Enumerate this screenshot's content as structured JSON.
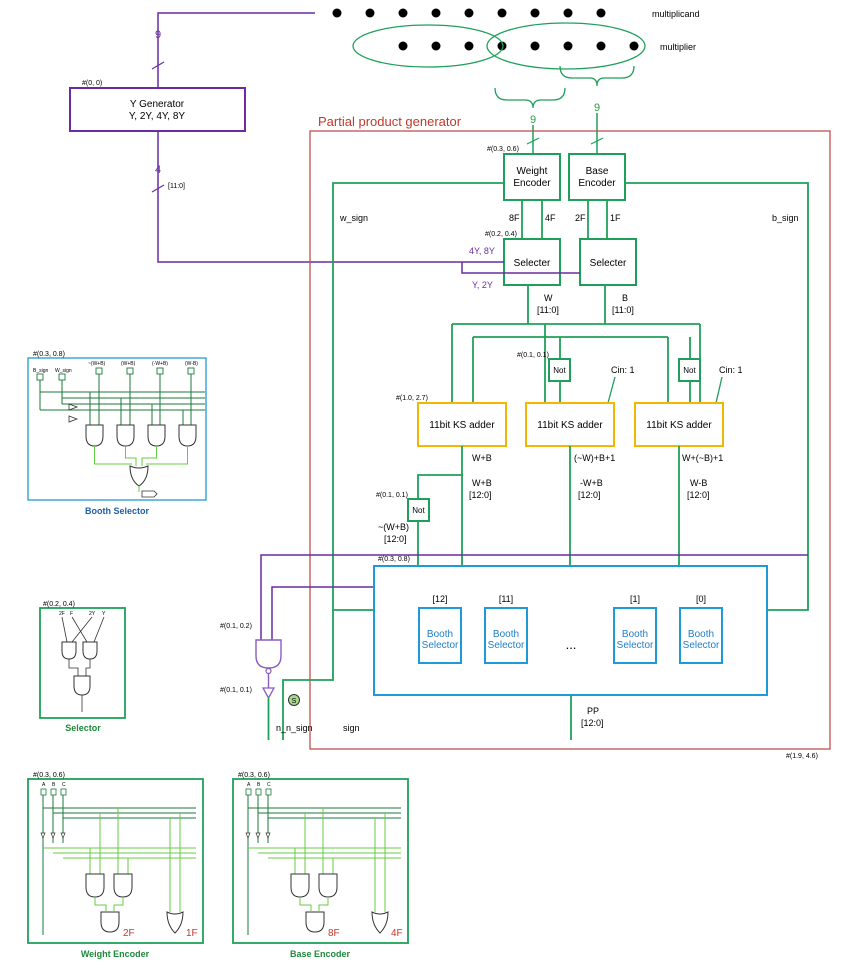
{
  "colors": {
    "green": "#1fa05a",
    "purple": "#6a2ca0",
    "orange": "#f2b705",
    "blue": "#1f9ad6",
    "red": "#c0504d",
    "light_green": "#66cc44"
  },
  "top": {
    "multiplicand": "multiplicand",
    "multiplier": "multiplier",
    "bus_left": "9",
    "bus_mid": "9",
    "bus_right": "9"
  },
  "ygen": {
    "coord": "#(0, 0)",
    "title": "Y Generator",
    "outputs": "Y, 2Y, 4Y, 8Y",
    "bus_width": "4",
    "bus_range": "[11:0]"
  },
  "ppg": {
    "title": "Partial product generator",
    "coord_br": "#(1.9, 4.6)",
    "weight_enc_coord": "#(0.3, 0.6)",
    "weight_enc_l1": "Weight",
    "weight_enc_l2": "Encoder",
    "base_enc_l1": "Base",
    "base_enc_l2": "Encoder",
    "w_sign": "w_sign",
    "b_sign": "b_sign",
    "f8": "8F",
    "f4": "4F",
    "f2": "2F",
    "f1": "1F",
    "sel_coord": "#(0.2, 0.4)",
    "selecter": "Selecter",
    "y48": "4Y, 8Y",
    "y12": "Y, 2Y",
    "w_label": "W",
    "w_range": "[11:0]",
    "b_label": "B",
    "b_range": "[11:0]",
    "not_coord": "#(0.1, 0.1)",
    "not": "Not",
    "cin1": "Cin: 1",
    "cin2": "Cin: 1",
    "adder_coord": "#(1.0, 2.7)",
    "adder": "11bit KS adder",
    "out1": "W+B",
    "out2": "(~W)+B+1",
    "out3": "W+(~B)+1",
    "out1b": "W+B",
    "out1b_range": "[12:0]",
    "out2b": "-W+B",
    "out2b_range": "[12:0]",
    "out3b": "W-B",
    "out3b_range": "[12:0]",
    "not2_coord": "#(0.1, 0.1)",
    "notwb": "~(W+B)",
    "notwb_range": "[12:0]",
    "bs_coord": "#(0.3, 0.8)",
    "bs_idx": [
      "[12]",
      "[11]",
      "[1]",
      "[0]"
    ],
    "bs_l1": "Booth",
    "bs_l2": "Selector",
    "ellipsis": "...",
    "pp": "PP",
    "pp_range": "[12:0]",
    "nand_coord": "#(0.1, 0.2)",
    "buf_coord": "#(0.1, 0.1)",
    "marker": "S",
    "n_n_sign": "n_n_sign",
    "sign": "sign"
  },
  "booth_selector": {
    "coord": "#(0.3, 0.8)",
    "inputs": [
      "B_sign",
      "W_sign",
      "~(W+B)",
      "(W+B)",
      "(-W+B)",
      "(W-B)"
    ],
    "caption": "Booth Selector"
  },
  "selector": {
    "coord": "#(0.2, 0.4)",
    "inputs": [
      "2F",
      "F",
      "2Y",
      "Y"
    ],
    "caption": "Selector"
  },
  "weight_encoder": {
    "coord": "#(0.3, 0.6)",
    "inputs": [
      "A",
      "B",
      "C"
    ],
    "out_a": "2F",
    "out_b": "1F",
    "caption": "Weight Encoder"
  },
  "base_encoder": {
    "coord": "#(0.3, 0.6)",
    "inputs": [
      "A",
      "B",
      "C"
    ],
    "out_a": "8F",
    "out_b": "4F",
    "caption": "Base Encoder"
  }
}
